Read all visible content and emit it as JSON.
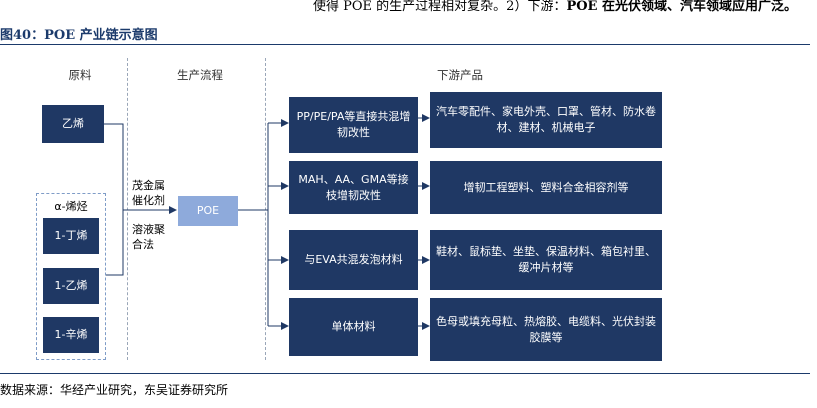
{
  "top_text": {
    "normal": "使得 POE 的生产过程相对复杂。2）下游：",
    "bold": "POE 在光伏领域、汽车领域应用广泛。"
  },
  "figure": {
    "title": "图40：POE 产业链示意图",
    "source": "数据来源：华经产业研究，东吴证券研究所"
  },
  "columns": {
    "raw": "原料",
    "process": "生产流程",
    "downstream": "下游产品"
  },
  "raw_materials": {
    "ethylene": "乙烯",
    "group_label": "α-烯烃",
    "items": [
      "1-丁烯",
      "1-乙烯",
      "1-辛烯"
    ]
  },
  "process": {
    "center": "POE",
    "catalyst": "茂金属\n催化剂",
    "method": "溶液聚\n合法"
  },
  "products": [
    {
      "name": "PP/PE/PA等直接共混增韧改性",
      "uses": "汽车零配件、家电外壳、口罩、管材、防水卷材、建材、机械电子"
    },
    {
      "name": "MAH、AA、GMA等接枝增韧改性",
      "uses": "增韧工程塑料、塑料合金相容剂等"
    },
    {
      "name": "与EVA共混发泡材料",
      "uses": "鞋材、鼠标垫、坐垫、保温材料、箱包衬里、缓冲片材等"
    },
    {
      "name": "单体材料",
      "uses": "色母或填充母粒、热熔胶、电缆料、光伏封装胶膜等"
    }
  ]
}
